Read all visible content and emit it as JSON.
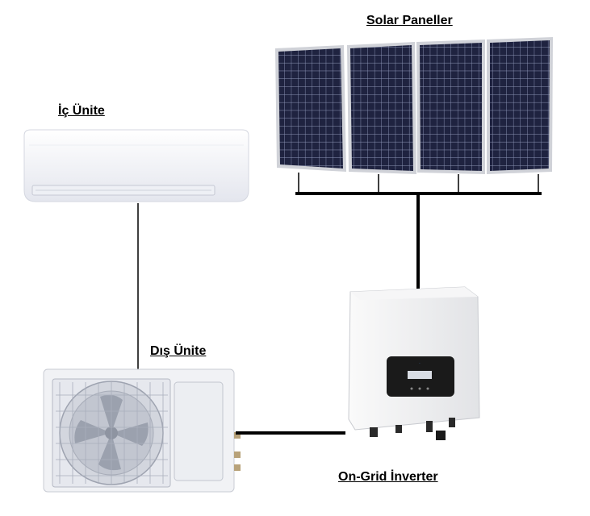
{
  "labels": {
    "solar_panels": "Solar Paneller",
    "indoor_unit": "İç Ünite",
    "outdoor_unit": "Dış Ünite",
    "inverter": "On-Grid İnverter"
  },
  "colors": {
    "panel_cell": "#1f2340",
    "panel_grid": "#9aa3c4",
    "panel_frame": "#c9ccd3",
    "cable": "#000000",
    "unit_body": "#f2f3f7",
    "inverter_display": "#1a1a1a"
  },
  "icons": {
    "solar_panel": "solar-panel-icon",
    "indoor_unit": "indoor-ac-unit-icon",
    "outdoor_unit": "outdoor-ac-unit-icon",
    "inverter": "inverter-icon"
  }
}
